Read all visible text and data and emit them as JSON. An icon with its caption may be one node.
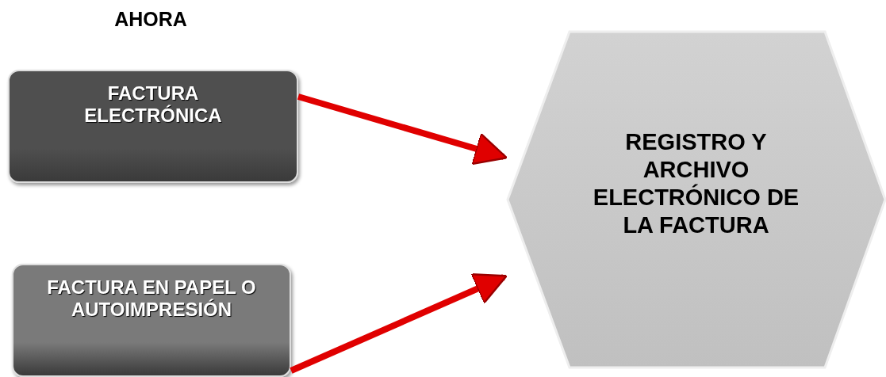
{
  "diagram": {
    "title": "AHORA",
    "nodes": [
      {
        "text": [
          "FACTURA ELECTRÓNICA"
        ]
      },
      {
        "text": [
          "FACTURA EN PAPEL O AUTOIMPRESIÓN"
        ]
      },
      {
        "text": [
          "REGISTRO Y ARCHIVO ELECTRÓNICO DE LA FACTURA"
        ]
      }
    ],
    "edges": [
      {
        "from": 0,
        "to": 2,
        "arrow": "to"
      },
      {
        "from": 1,
        "to": 2,
        "arrow": "to"
      }
    ]
  }
}
